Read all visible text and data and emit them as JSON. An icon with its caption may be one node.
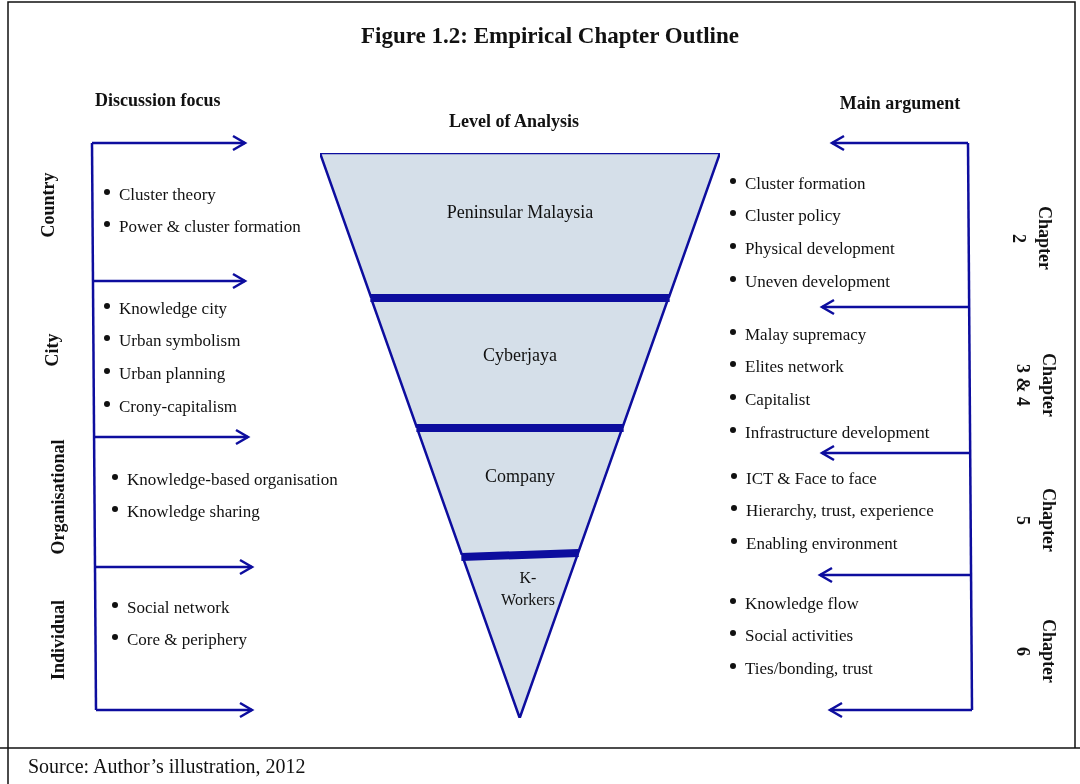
{
  "diagram": {
    "title": "Figure 1.2: Empirical Chapter Outline",
    "caption": "Source: Author’s illustration, 2012",
    "nodes": [
      {
        "text": [
          "Peninsular Malaysia"
        ]
      },
      {
        "text": [
          "Cyberjaya"
        ]
      },
      {
        "text": [
          "Company"
        ]
      },
      {
        "text": [
          "K-Workers"
        ]
      }
    ],
    "labels": [
      "Discussion focus",
      "Level of Analysis",
      "Main argument",
      "Country",
      "City",
      "Organisational",
      "Individual",
      "Cluster theory",
      "Power & cluster formation",
      "Knowledge city",
      "Urban symbolism",
      "Urban planning",
      "Crony-capitalism",
      "Knowledge-based organisation",
      "Knowledge sharing",
      "Social network",
      "Core & periphery",
      "Cluster formation",
      "Cluster policy",
      "Physical development",
      "Uneven development",
      "Malay supremacy",
      "Elites network",
      "Capitalist",
      "Infrastructure development",
      "ICT & Face to face",
      "Hierarchy, trust, experience",
      "Enabling environment",
      "Knowledge flow",
      "Social activities",
      "Ties/bonding, trust",
      "Chapter 2",
      "Chapter 3 & 4",
      "Chapter 5",
      "Chapter 6"
    ]
  }
}
